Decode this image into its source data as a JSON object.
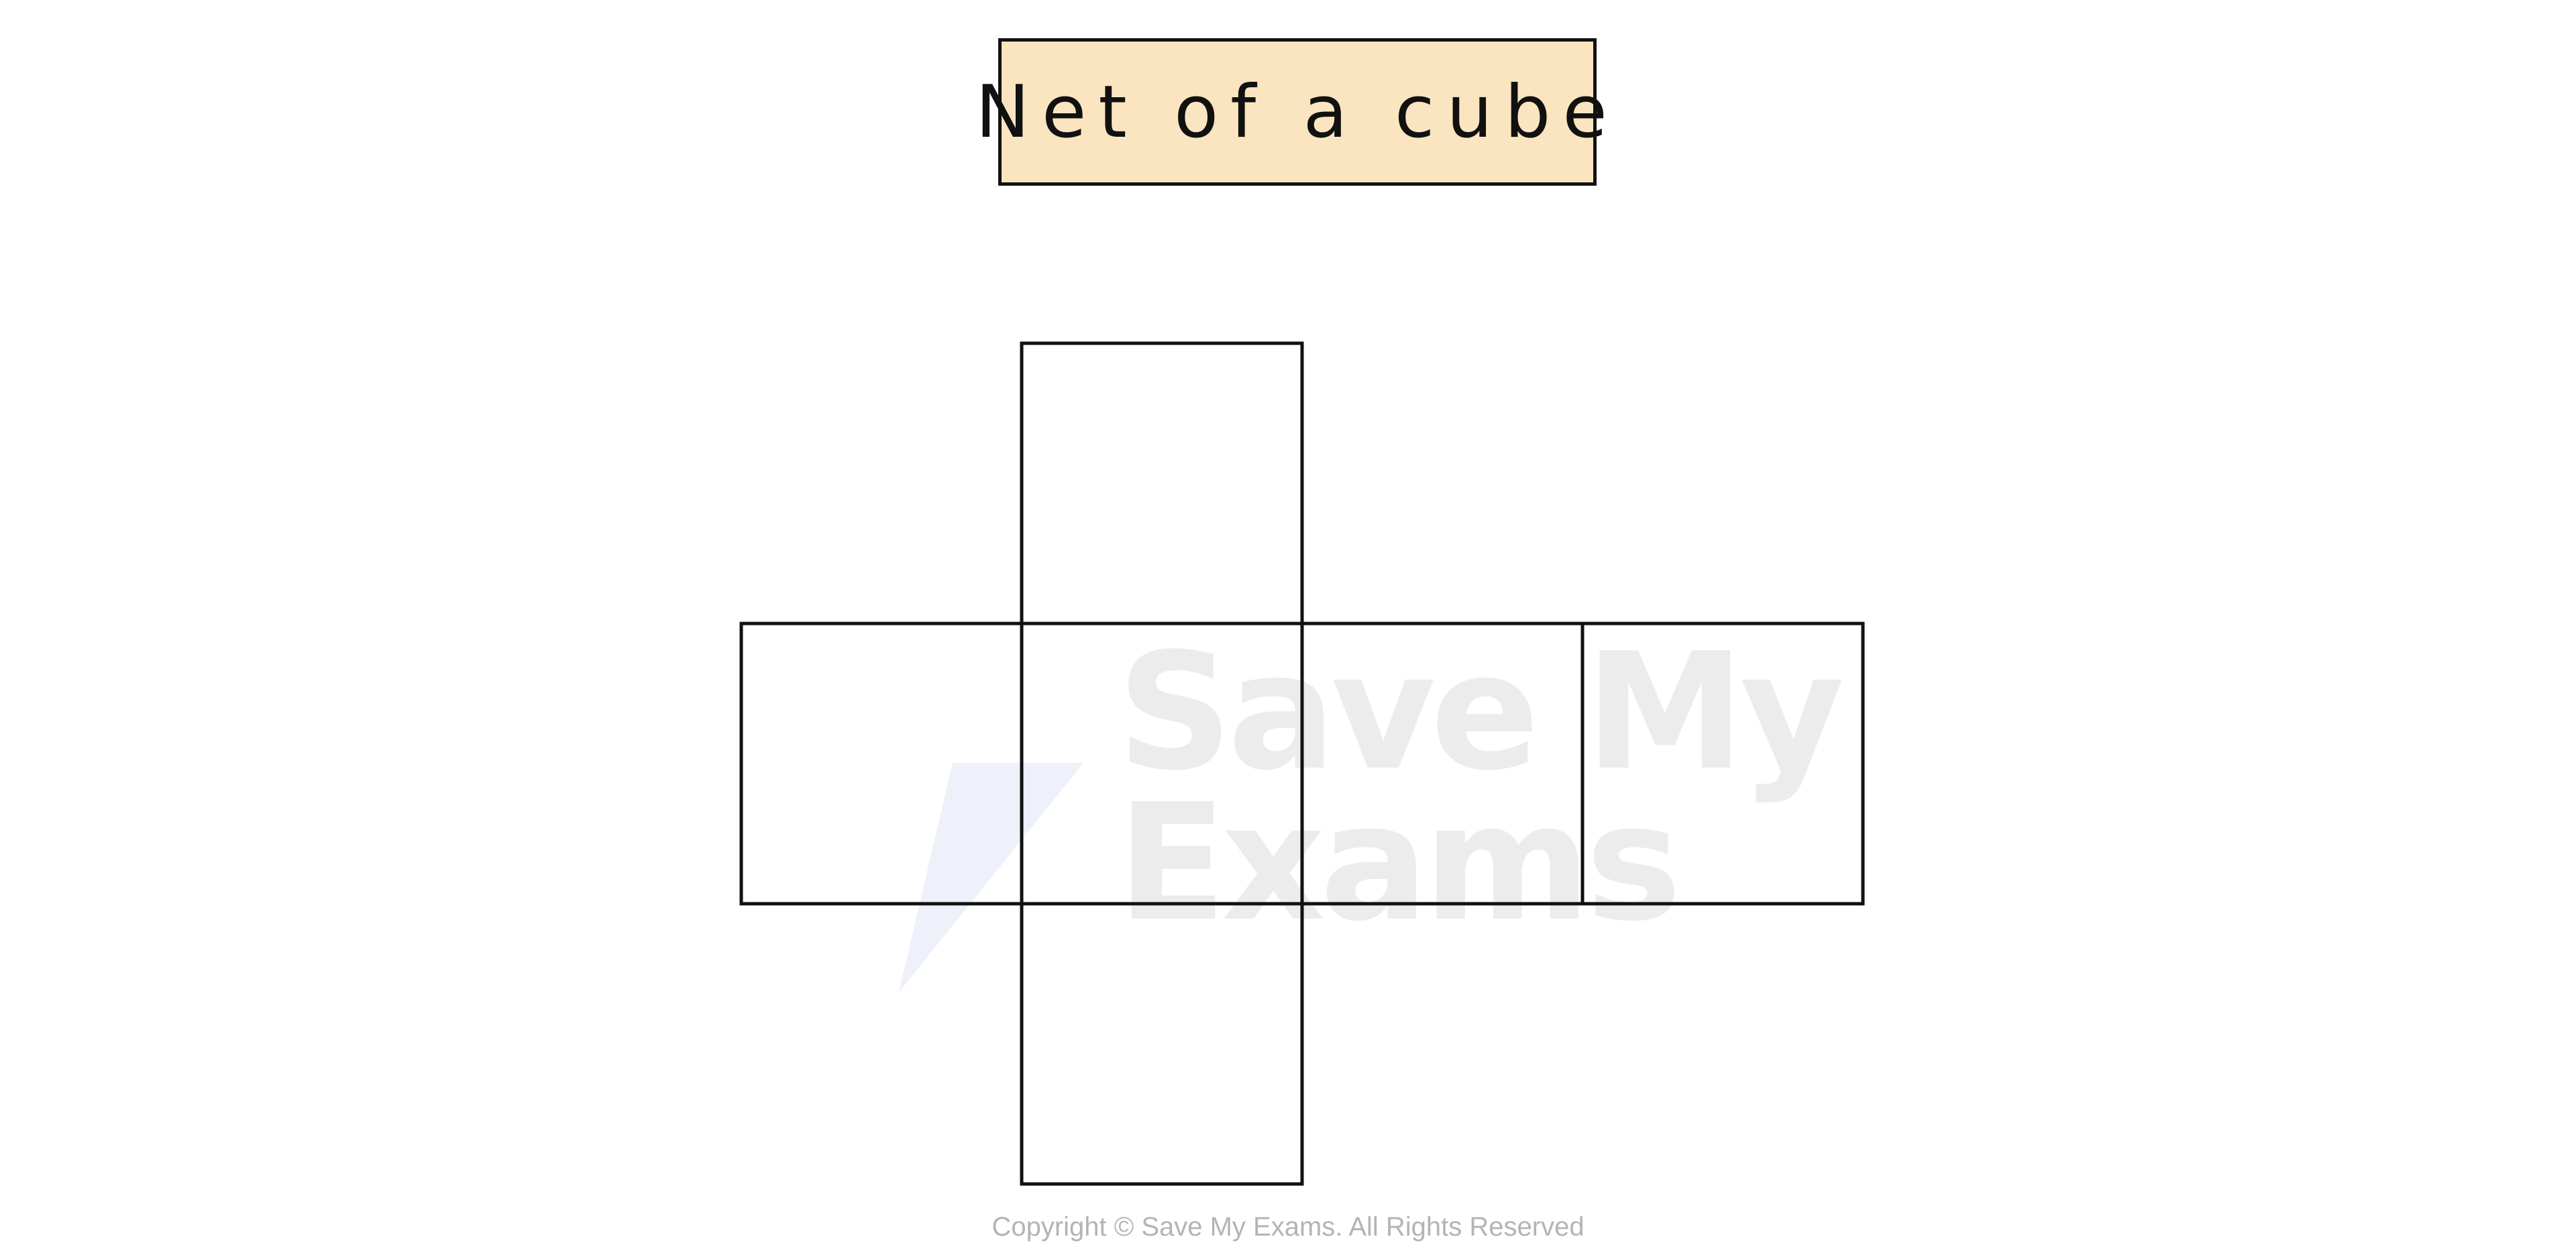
{
  "title": "Net of a cube",
  "watermark": {
    "brand_line1": "Save My",
    "brand_line2": "Exams",
    "logo_icon": "lightning-bolt-icon"
  },
  "copyright": "Copyright © Save My Exams. All Rights Reserved",
  "colors": {
    "title_fill": "#fbe5c0",
    "outline": "#111111",
    "background": "#ffffff",
    "watermark_text": "#ececec",
    "watermark_logo": "#eef0fa",
    "copyright_text": "#b4b4b4"
  },
  "net": {
    "faces": [
      {
        "name": "top-face",
        "col": 1,
        "row": 0
      },
      {
        "name": "left-face",
        "col": 0,
        "row": 1
      },
      {
        "name": "front-face",
        "col": 1,
        "row": 1
      },
      {
        "name": "right-face",
        "col": 2,
        "row": 1
      },
      {
        "name": "back-face",
        "col": 3,
        "row": 1
      },
      {
        "name": "bottom-face",
        "col": 1,
        "row": 2
      }
    ]
  }
}
